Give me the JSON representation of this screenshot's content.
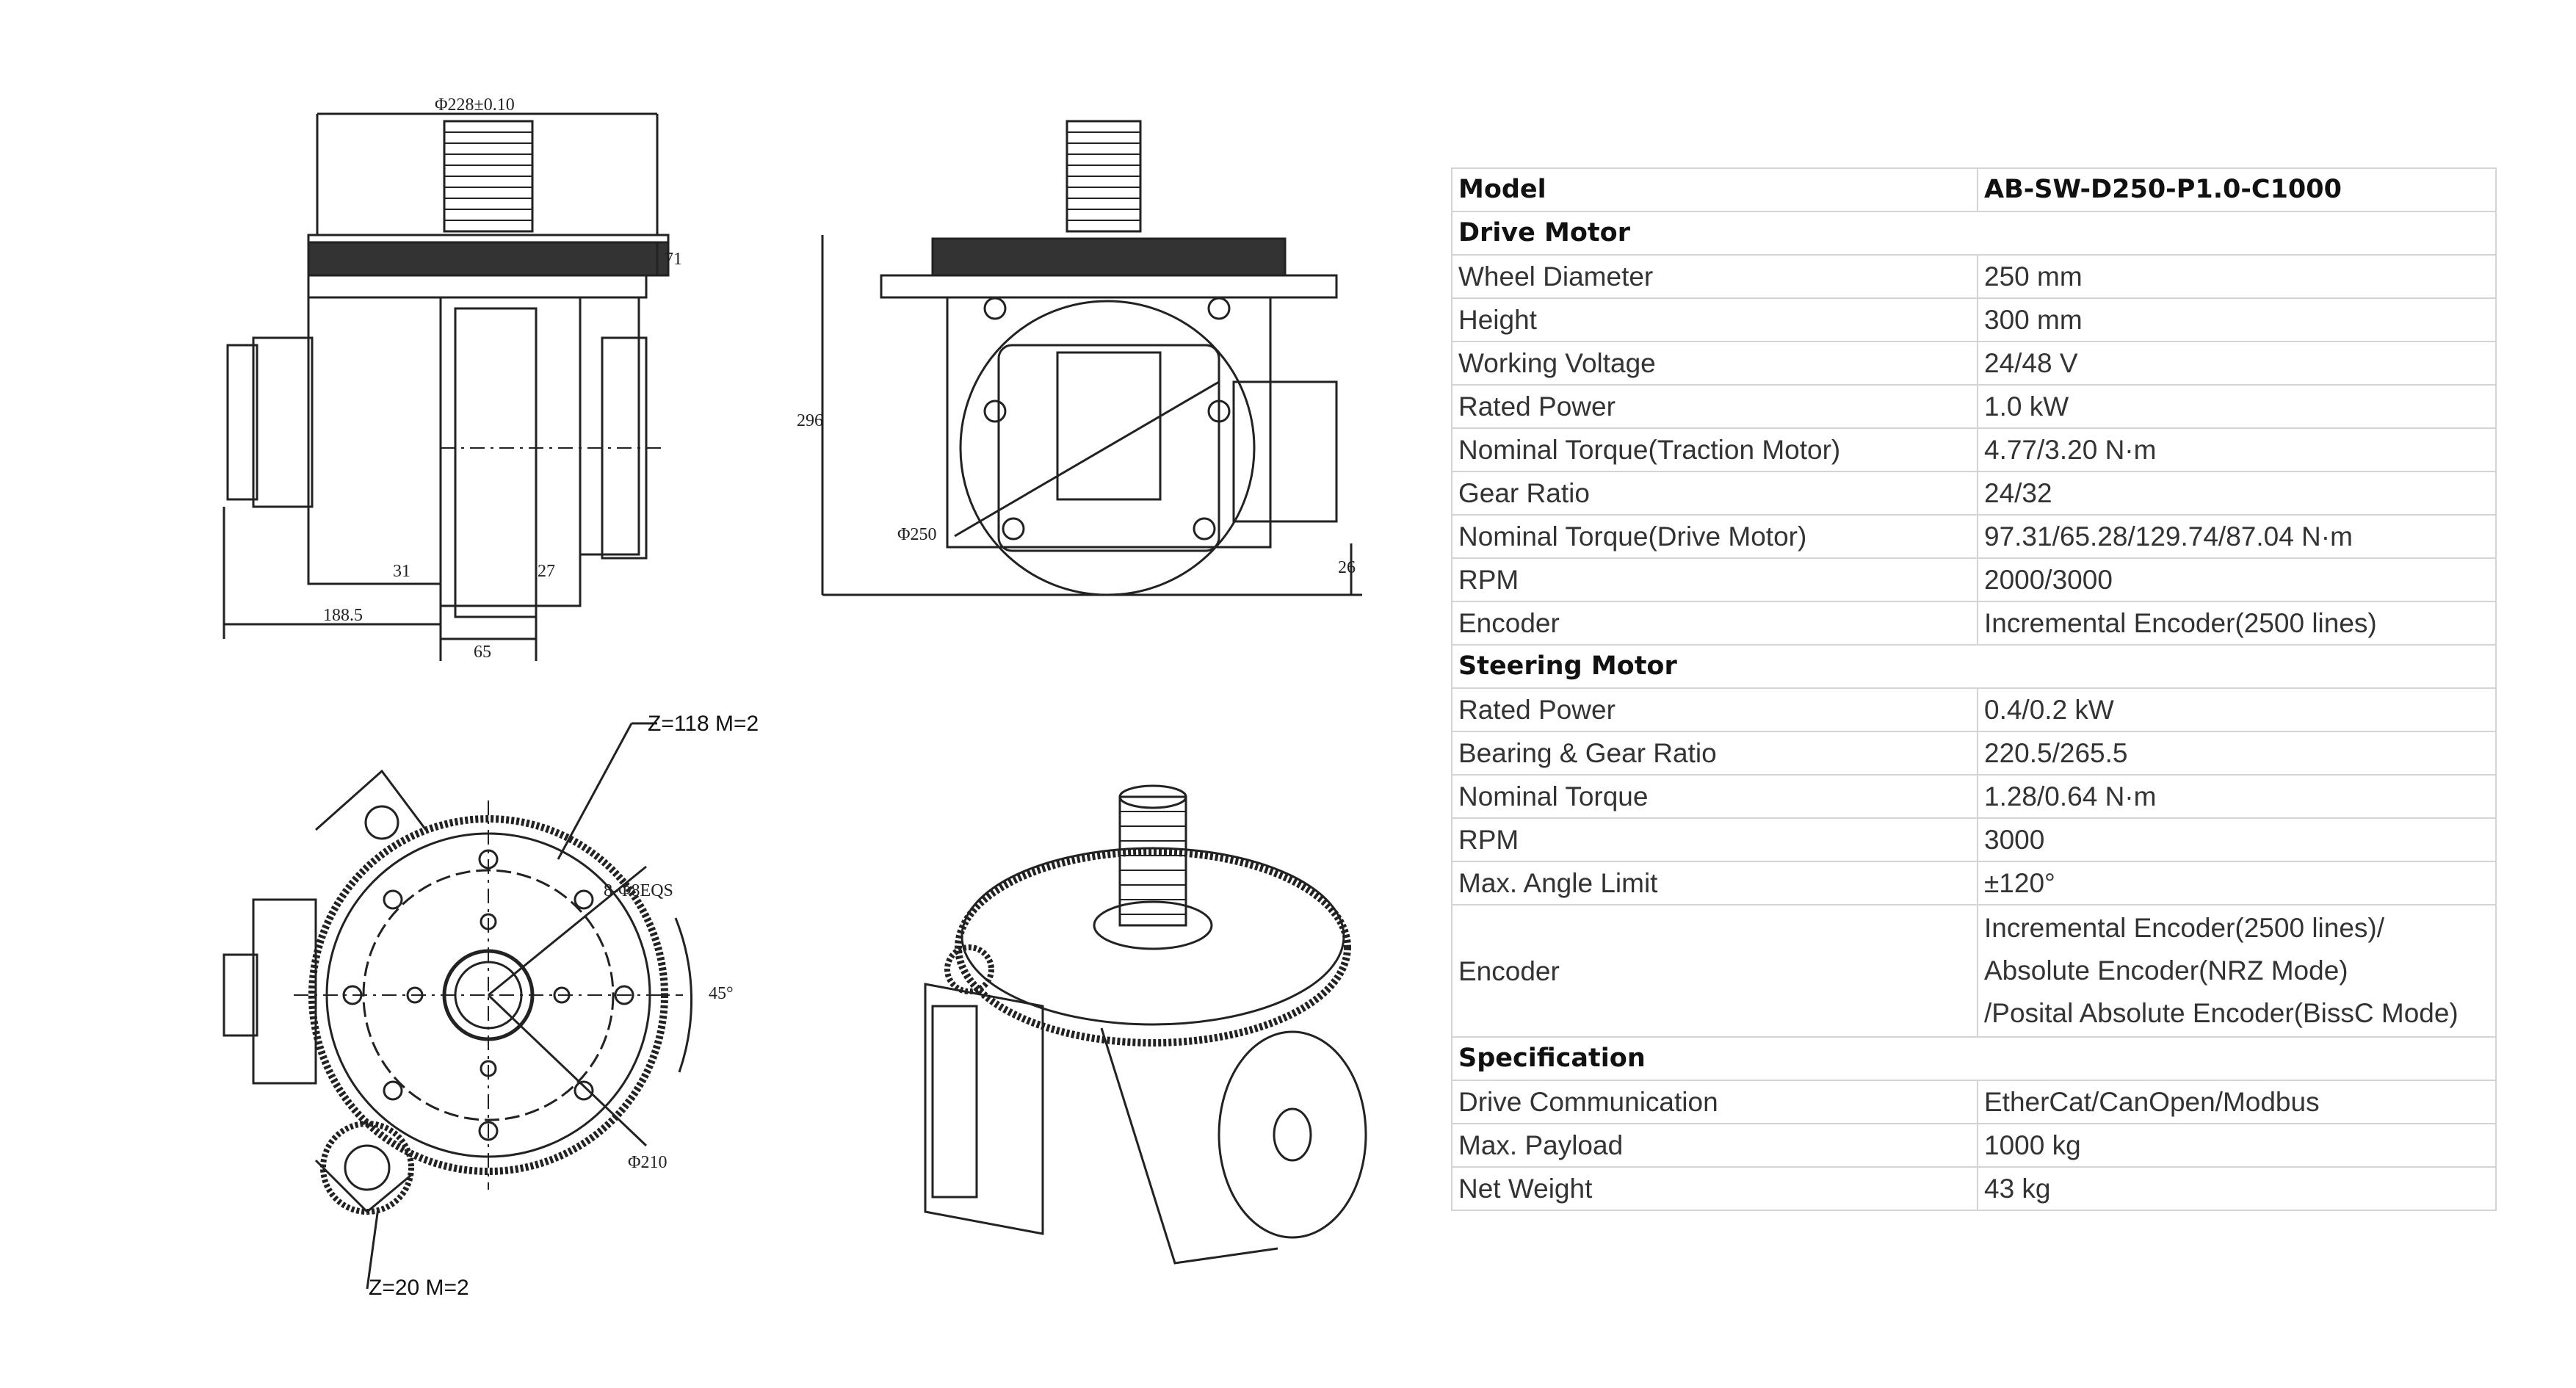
{
  "drawings": {
    "front_view": {
      "dims": {
        "top_width": "Φ228±0.10",
        "right_height": "71",
        "left_width": "188.5",
        "bottom_width": "65",
        "small_a": "31",
        "small_b": "27"
      }
    },
    "side_view": {
      "dims": {
        "height": "296",
        "wheel": "Φ250",
        "right": "26"
      }
    },
    "top_view": {
      "dims": {
        "big_gear": "Z=118  M=2",
        "small_gear": "Z=20  M=2",
        "angle": "45°",
        "pcd": "Φ210",
        "holes": "8-Φ8EQS"
      }
    },
    "render": {}
  },
  "specs": {
    "header": {
      "label": "Model",
      "value": "AB-SW-D250-P1.0-C1000"
    },
    "sections": [
      {
        "title": "Drive Motor",
        "rows": [
          {
            "label": "Wheel Diameter",
            "value": "250 mm"
          },
          {
            "label": "Height",
            "value": "300 mm"
          },
          {
            "label": "Working Voltage",
            "value": "24/48 V"
          },
          {
            "label": "Rated Power",
            "value": "1.0 kW"
          },
          {
            "label": "Nominal Torque(Traction Motor)",
            "value": "4.77/3.20 N·m"
          },
          {
            "label": "Gear Ratio",
            "value": "24/32"
          },
          {
            "label": "Nominal Torque(Drive Motor)",
            "value": "97.31/65.28/129.74/87.04 N·m"
          },
          {
            "label": "RPM",
            "value": "2000/3000"
          },
          {
            "label": "Encoder",
            "value": "Incremental Encoder(2500 lines)"
          }
        ]
      },
      {
        "title": "Steering Motor",
        "rows": [
          {
            "label": "Rated Power",
            "value": "0.4/0.2 kW"
          },
          {
            "label": "Bearing & Gear Ratio",
            "value": "220.5/265.5"
          },
          {
            "label": "Nominal Torque",
            "value": "1.28/0.64 N·m"
          },
          {
            "label": "RPM",
            "value": "3000"
          },
          {
            "label": "Max. Angle Limit",
            "value": "±120°"
          }
        ],
        "encoder": {
          "label": "Encoder",
          "lines": [
            "Incremental Encoder(2500 lines)/",
            "Absolute Encoder(NRZ Mode)",
            "/Posital Absolute Encoder(BissC Mode)"
          ]
        }
      },
      {
        "title": "Specification",
        "rows": [
          {
            "label": "Drive Communication",
            "value": "EtherCat/CanOpen/Modbus"
          },
          {
            "label": "Max. Payload",
            "value": "1000 kg"
          },
          {
            "label": "Net Weight",
            "value": "43 kg"
          }
        ]
      }
    ]
  }
}
